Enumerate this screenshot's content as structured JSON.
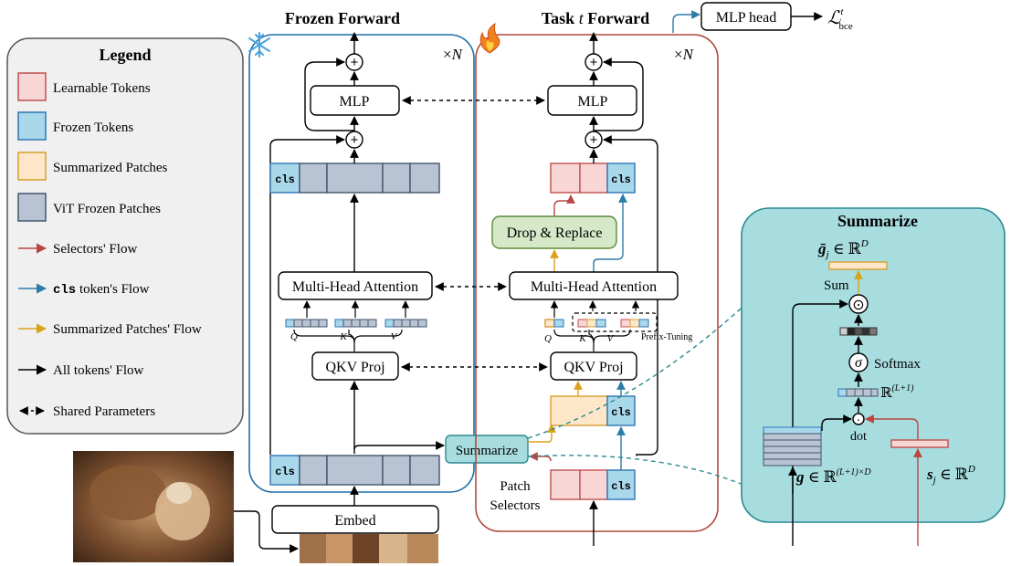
{
  "legend": {
    "title": "Legend",
    "items": [
      {
        "label": "Learnable Tokens",
        "icon": "learnable-token-swatch-icon"
      },
      {
        "label": "Frozen Tokens",
        "icon": "frozen-token-swatch-icon"
      },
      {
        "label": "Summarized Patches",
        "icon": "summarized-patch-swatch-icon"
      },
      {
        "label": "ViT Frozen Patches",
        "icon": "vit-frozen-patch-swatch-icon"
      },
      {
        "label": "Selectors' Flow",
        "icon": "red-arrow-icon"
      },
      {
        "label_code": "cls",
        "label_rest": " token's Flow",
        "icon": "blue-arrow-icon"
      },
      {
        "label": "Summarized Patches' Flow",
        "icon": "yellow-arrow-icon"
      },
      {
        "label": "All tokens' Flow",
        "icon": "black-arrow-icon"
      },
      {
        "label": "Shared Parameters",
        "icon": "dashed-double-arrow-icon"
      }
    ]
  },
  "frozen": {
    "title": "Frozen Forward",
    "times_n_x": "×",
    "times_n_n": "N",
    "mlp": "MLP",
    "mha": "Multi-Head Attention",
    "qkv": "QKV Proj",
    "embed": "Embed",
    "cls": "cls",
    "q": "Q",
    "k": "K",
    "v": "V",
    "plus": "+"
  },
  "task": {
    "title_pre": "Task ",
    "title_t": "t",
    "title_post": " Forward",
    "times_n_x": "×",
    "times_n_n": "N",
    "mlp": "MLP",
    "mha": "Multi-Head Attention",
    "qkv": "QKV Proj",
    "drop_replace": "Drop & Replace",
    "cls": "cls",
    "q": "Q",
    "k": "K",
    "v": "V",
    "prefix_tuning": "Prefix-Tuning",
    "patch_selectors_1": "Patch",
    "patch_selectors_2": "Selectors",
    "mlp_head": "MLP head",
    "loss_l": "ℒ",
    "loss_sup": "t",
    "loss_sub": "bce",
    "plus": "+"
  },
  "summarize_button": "Summarize",
  "summarize_panel": {
    "title": "Summarize",
    "gbar_g": "ḡ",
    "gbar_j": "j",
    "gbar_in": " ∈ ℝ",
    "gbar_d": "D",
    "sum": "Sum",
    "softmax": "Softmax",
    "sigma": "σ",
    "rl_r": "ℝ",
    "rl_sup": "(L+1)",
    "dot": "dot",
    "g_g": "g",
    "g_in": " ∈ ℝ",
    "g_sup": "(L+1)×D",
    "s_s": "s",
    "s_j": "j",
    "s_in": " ∈ ℝ",
    "s_d": "D",
    "odot": "⊙",
    "cdot": "·"
  },
  "colors": {
    "learnable": "#f9d6d6",
    "learnable_stroke": "#c0504d",
    "frozen_token": "#a8d8ea",
    "frozen_stroke": "#2e75b6",
    "summarized": "#fde7c8",
    "summarized_stroke": "#d6a030",
    "vit_patch": "#b8c4d4",
    "vit_patch_stroke": "#44546a",
    "red_flow": "#b8473f",
    "blue_flow": "#2b7ca8",
    "yellow_flow": "#d9a21a",
    "frozen_panel": "#1e6fa8",
    "task_panel": "#b04a3a",
    "summarize_fill": "#a8dde0",
    "summarize_stroke": "#2a8a90",
    "drop_fill": "#d5e8c8",
    "drop_stroke": "#5b8c3a"
  }
}
